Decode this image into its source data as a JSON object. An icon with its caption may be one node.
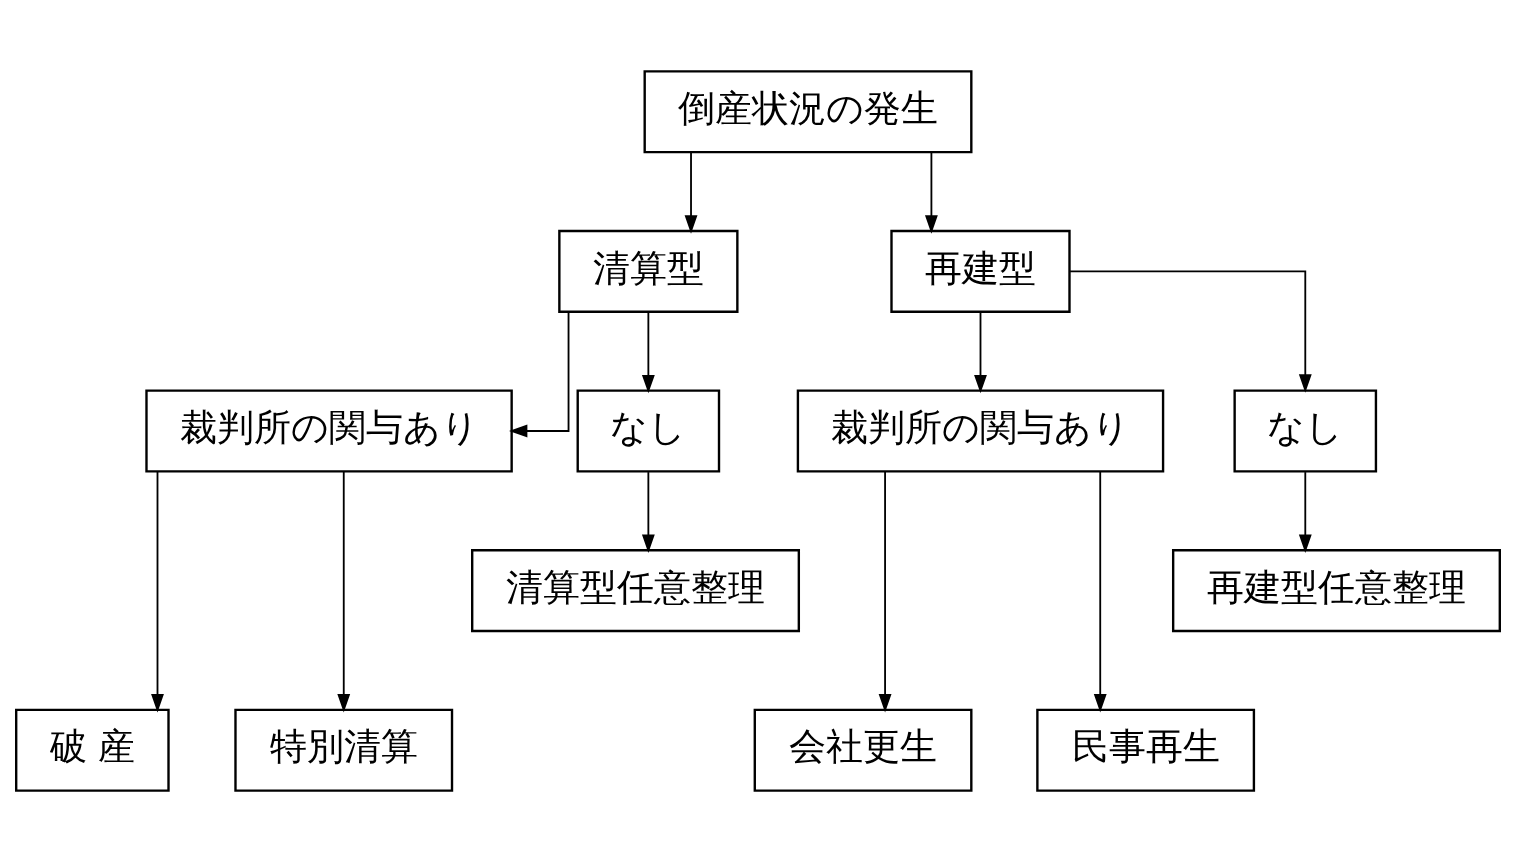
{
  "diagram": {
    "nodes": [
      {
        "text": [
          "倒産状況の発生"
        ]
      },
      {
        "text": [
          "清算型"
        ]
      },
      {
        "text": [
          "再建型"
        ]
      },
      {
        "text": [
          "裁判所の関与あり"
        ]
      },
      {
        "text": [
          "なし"
        ]
      },
      {
        "text": [
          "裁判所の関与あり"
        ]
      },
      {
        "text": [
          "なし"
        ]
      },
      {
        "text": [
          "清算型任意整理"
        ]
      },
      {
        "text": [
          "再建型任意整理"
        ]
      },
      {
        "text": [
          "破 産"
        ]
      },
      {
        "text": [
          "特別清算"
        ]
      },
      {
        "text": [
          "会社更生"
        ]
      },
      {
        "text": [
          "民事再生"
        ]
      }
    ],
    "edges": [
      {
        "from": 0,
        "to": 1,
        "arrow": "to"
      },
      {
        "from": 0,
        "to": 2,
        "arrow": "to"
      },
      {
        "from": 1,
        "to": 3,
        "arrow": "to"
      },
      {
        "from": 1,
        "to": 4,
        "arrow": "to"
      },
      {
        "from": 2,
        "to": 5,
        "arrow": "to"
      },
      {
        "from": 2,
        "to": 6,
        "arrow": "to"
      },
      {
        "from": 4,
        "to": 7,
        "arrow": "to"
      },
      {
        "from": 6,
        "to": 8,
        "arrow": "to"
      },
      {
        "from": 3,
        "to": 9,
        "arrow": "to"
      },
      {
        "from": 3,
        "to": 10,
        "arrow": "to"
      },
      {
        "from": 5,
        "to": 11,
        "arrow": "to"
      },
      {
        "from": 5,
        "to": 12,
        "arrow": "to"
      }
    ]
  }
}
